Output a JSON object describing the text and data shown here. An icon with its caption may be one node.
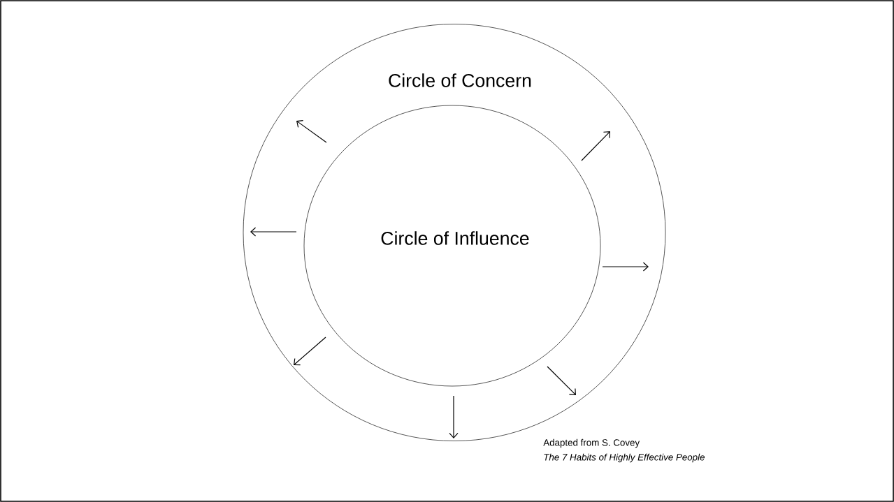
{
  "diagram": {
    "nodes": [
      {
        "text": [
          "Circle of Concern"
        ]
      },
      {
        "text": [
          "Circle of Influence"
        ],
        "in": 0
      }
    ],
    "labels": [
      "Adapted from S. Covey",
      "The 7 Habits of Highly Effective People"
    ]
  }
}
